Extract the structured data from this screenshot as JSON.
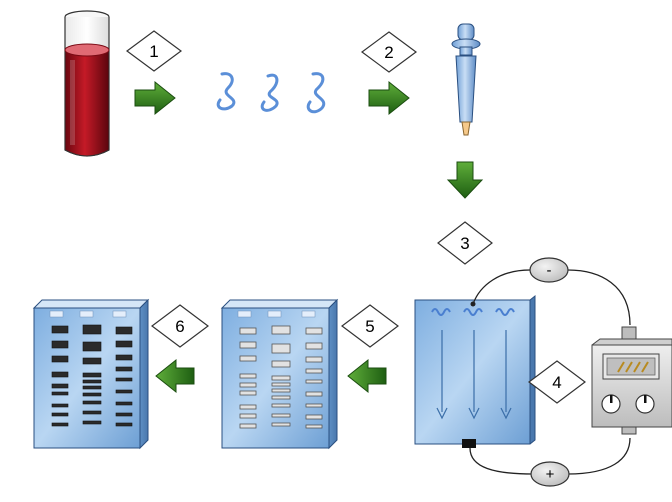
{
  "steps": [
    "1",
    "2",
    "3",
    "4",
    "5",
    "6"
  ],
  "electrodes": {
    "negative": "-",
    "positive": "+"
  },
  "colors": {
    "blood": "#a0101c",
    "arrow": "#2e7d1e",
    "gel": "#9ec4ea",
    "dna": "#5b8fd8",
    "power_supply": "#d8d8d8"
  },
  "icons": [
    "blood-tube-icon",
    "dna-strand-icon",
    "pipette-icon",
    "gel-box-icon",
    "power-supply-icon",
    "gel-slab-icon"
  ]
}
